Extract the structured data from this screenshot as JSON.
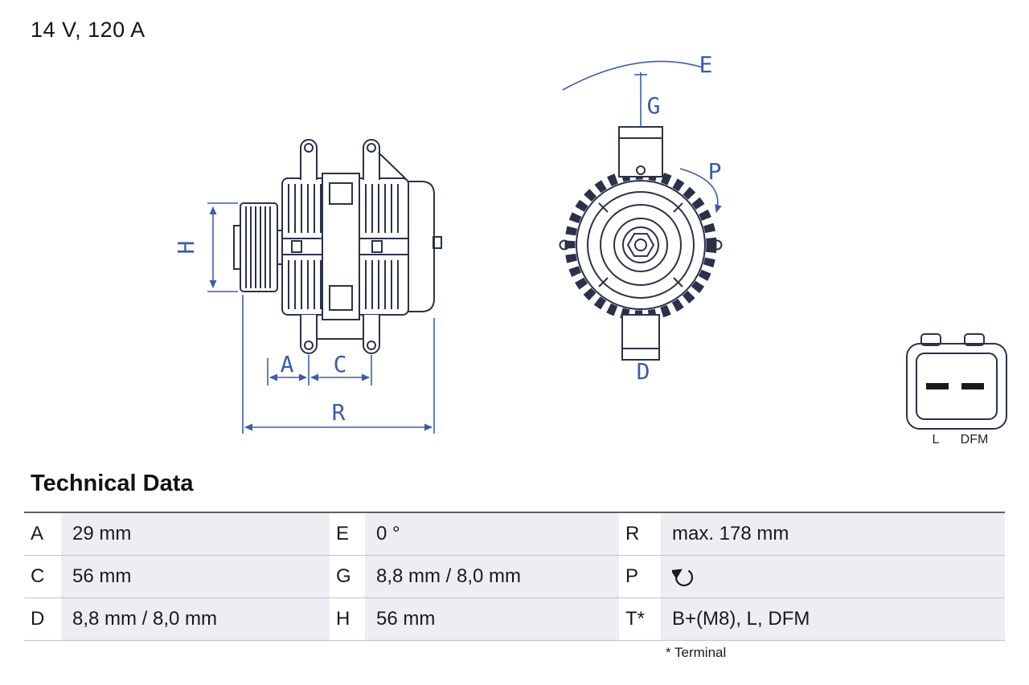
{
  "page": {
    "title": "14 V, 120 A"
  },
  "colors": {
    "dimension_blue": "#3a5da9",
    "drawing_ink": "#2b3148",
    "value_cell_bg": "#eceef1"
  },
  "diagram": {
    "side_view_labels": {
      "H": "H",
      "A": "A",
      "C": "C",
      "R": "R"
    },
    "front_view_labels": {
      "E": "E",
      "G": "G",
      "P": "P",
      "D": "D"
    },
    "connector_labels": {
      "left": "L",
      "right": "DFM"
    }
  },
  "table": {
    "title": "Technical Data",
    "footnote": "* Terminal",
    "rows": [
      [
        {
          "k": "A",
          "v": "29 mm"
        },
        {
          "k": "E",
          "v": "0 °"
        },
        {
          "k": "R",
          "v": "max. 178 mm"
        }
      ],
      [
        {
          "k": "C",
          "v": "56 mm"
        },
        {
          "k": "G",
          "v": "8,8 mm / 8,0 mm"
        },
        {
          "k": "P",
          "v": "",
          "icon": "rotation-direction-icon"
        }
      ],
      [
        {
          "k": "D",
          "v": "8,8 mm / 8,0 mm"
        },
        {
          "k": "H",
          "v": "56 mm"
        },
        {
          "k": "T*",
          "v": "B+(M8), L, DFM"
        }
      ]
    ]
  }
}
